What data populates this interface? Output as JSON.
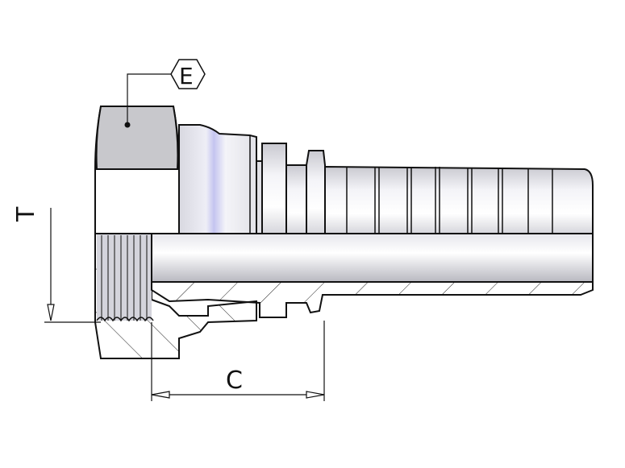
{
  "drawing": {
    "labels": {
      "hex": "E",
      "thread_depth": "T",
      "length": "C"
    },
    "colors": {
      "line": "#111111",
      "hex_face": "#c8c8cc",
      "metal_light": "#f2f2f6",
      "metal_mid": "#cfcfd8",
      "highlight": "#b9b9ef"
    }
  }
}
